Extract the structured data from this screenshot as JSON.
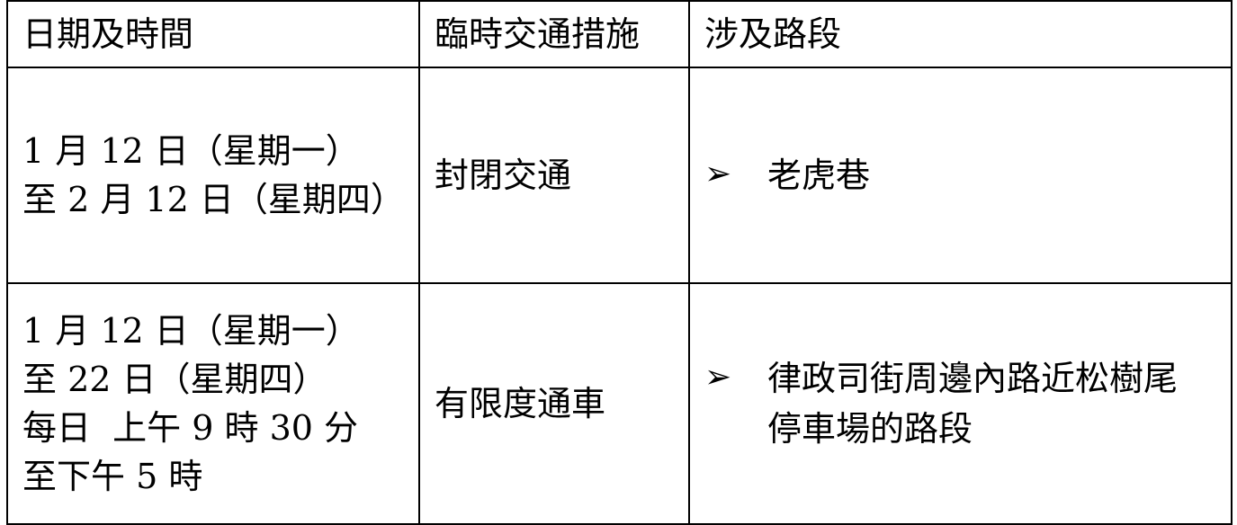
{
  "header": {
    "date_time": "日期及時間",
    "measure": "臨時交通措施",
    "road_section": "涉及路段"
  },
  "rows": [
    {
      "date_lines": [
        "1 月 12 日（星期一）",
        "至 2 月 12 日（星期四）"
      ],
      "measure": "封閉交通",
      "road_lines": [
        "老虎巷"
      ],
      "bullet_icon": "arrow-bullet-icon"
    },
    {
      "date_lines": [
        "1 月 12 日（星期一）",
        "至 22 日（星期四）",
        "每日  上午 9 時 30 分",
        "至下午 5 時"
      ],
      "measure": "有限度通車",
      "road_lines": [
        "律政司街周邊內路近松樹尾",
        "停車場的路段"
      ],
      "bullet_icon": "arrow-bullet-icon"
    }
  ],
  "bullet_glyph": "➢"
}
